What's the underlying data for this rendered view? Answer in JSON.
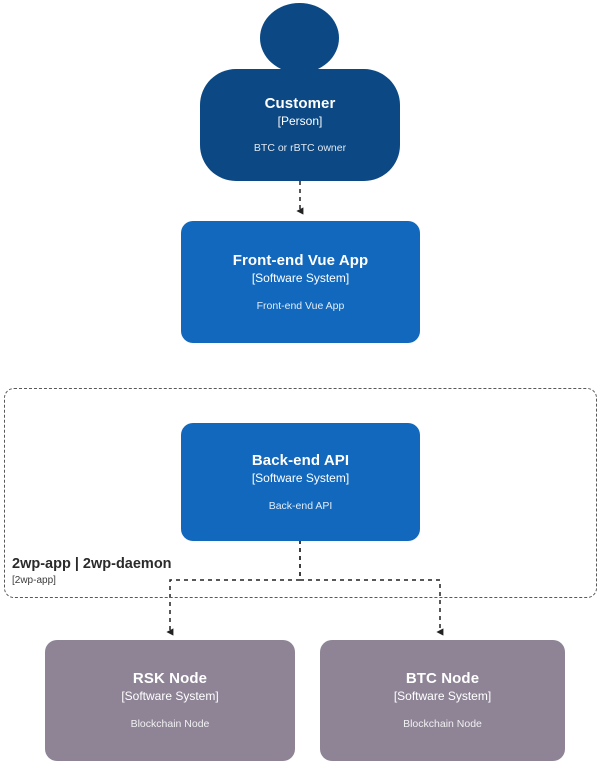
{
  "diagram": {
    "kind": "c4-context-diagram",
    "background": "#ffffff",
    "colors": {
      "person": "#0B4884",
      "software_system": "#1168BD",
      "external_node": "#8E8496",
      "edge": "#444444",
      "boundary": "#595959",
      "title_text": "#ffffff",
      "description_text": "#d6dde5"
    }
  },
  "nodes": {
    "customer": {
      "title": "Customer",
      "type": "[Person]",
      "description": "BTC or rBTC owner",
      "shape": "person",
      "color": "#0B4884"
    },
    "frontend": {
      "title": "Front-end Vue App",
      "type": "[Software System]",
      "description": "Front-end Vue App",
      "shape": "box",
      "color": "#1168BD"
    },
    "backend": {
      "title": "Back-end API",
      "type": "[Software System]",
      "description": "Back-end API",
      "shape": "box",
      "color": "#1168BD"
    },
    "rsk_node": {
      "title": "RSK Node",
      "type": "[Software System]",
      "description": "Blockchain Node",
      "shape": "box",
      "color": "#8E8496"
    },
    "btc_node": {
      "title": "BTC Node",
      "type": "[Software System]",
      "description": "Blockchain Node",
      "shape": "box",
      "color": "#8E8496"
    }
  },
  "boundary": {
    "name": "2wp-app | 2wp-daemon",
    "type": "[2wp-app]",
    "style": "dashed"
  },
  "edges": [
    {
      "from": "customer",
      "to": "frontend",
      "style": "dashed",
      "arrow": "end",
      "label": ""
    },
    {
      "from": "backend",
      "to": "rsk_node",
      "style": "dashed",
      "arrow": "end",
      "label": ""
    },
    {
      "from": "backend",
      "to": "btc_node",
      "style": "dashed",
      "arrow": "end",
      "label": ""
    }
  ]
}
